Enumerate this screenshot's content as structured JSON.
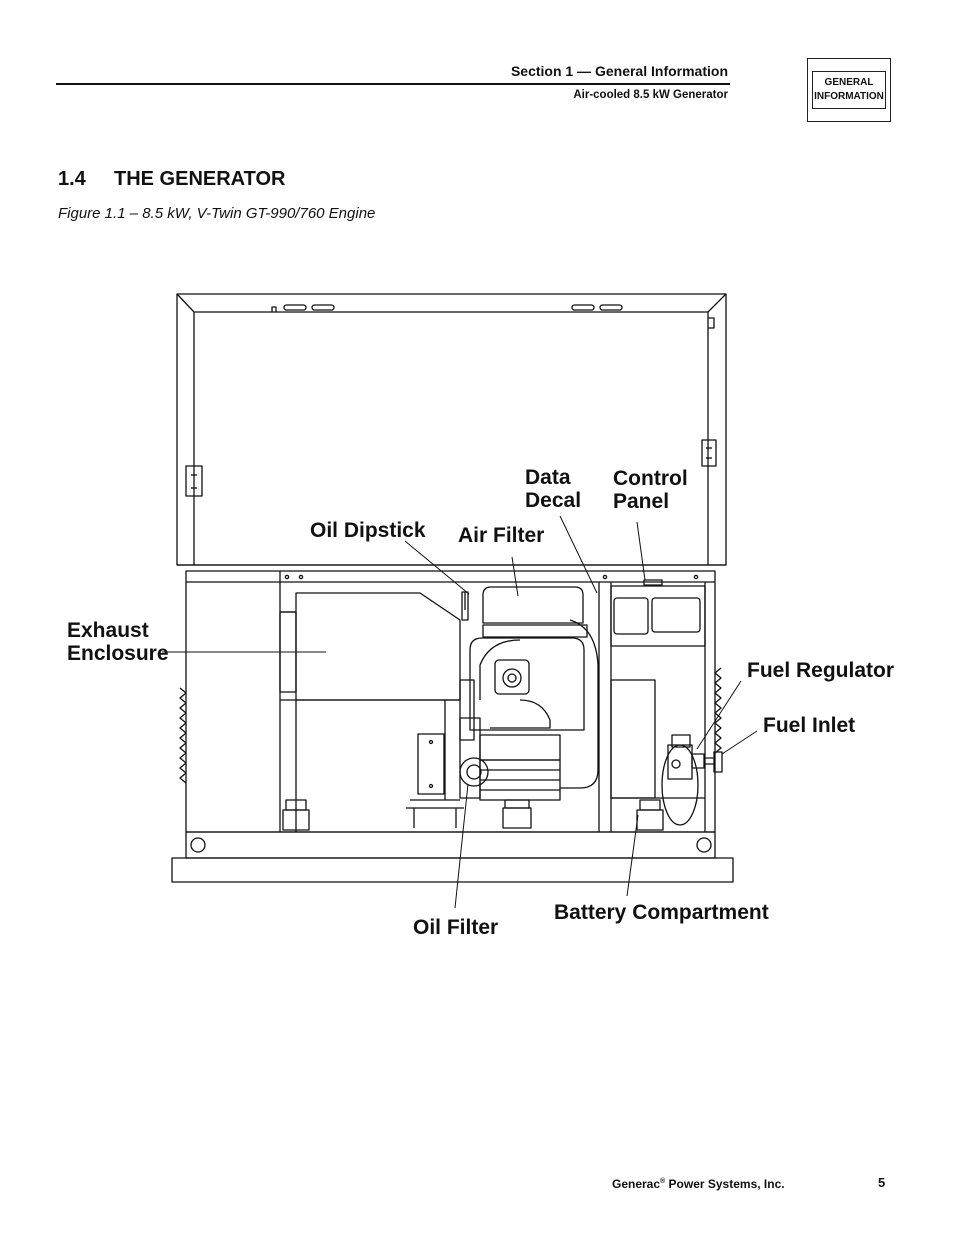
{
  "header": {
    "section": "Section 1 — General Information",
    "subtitle": "Air-cooled 8.5 kW Generator"
  },
  "tab": {
    "line1": "GENERAL",
    "line2": "INFORMATION"
  },
  "section": {
    "number": "1.4",
    "title": "THE GENERATOR"
  },
  "figure_caption": "Figure 1.1 – 8.5 kW, V-Twin GT-990/760 Engine",
  "labels": {
    "data_decal_1": "Data",
    "data_decal_2": "Decal",
    "control_panel_1": "Control",
    "control_panel_2": "Panel",
    "oil_dipstick": "Oil Dipstick",
    "air_filter": "Air Filter",
    "exhaust_1": "Exhaust",
    "exhaust_2": "Enclosure",
    "fuel_regulator": "Fuel Regulator",
    "fuel_inlet": "Fuel Inlet",
    "battery": "Battery Compartment",
    "oil_filter": "Oil Filter"
  },
  "footer": {
    "company": "Generac",
    "registered": "®",
    "company_rest": " Power Systems, Inc.",
    "page": "5"
  }
}
